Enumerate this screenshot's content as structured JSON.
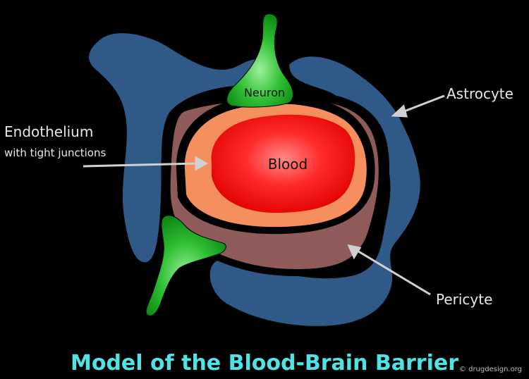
{
  "title": "Model of the Blood-Brain Barrier",
  "credit": "© drugdesign.org",
  "labels": {
    "neuron": "Neuron",
    "blood": "Blood",
    "astrocyte": "Astrocyte",
    "endothelium": "Endothelium",
    "endothelium_sub": "with tight junctions",
    "pericyte": "Pericyte"
  },
  "colors": {
    "background": "#000000",
    "astrocyte": "#2f5a88",
    "pericyte": "#8e5a5a",
    "endothelium": "#f5905e",
    "blood": "#ff1a1a",
    "neuron": "#1faa2a",
    "title": "#4fe3e6"
  }
}
